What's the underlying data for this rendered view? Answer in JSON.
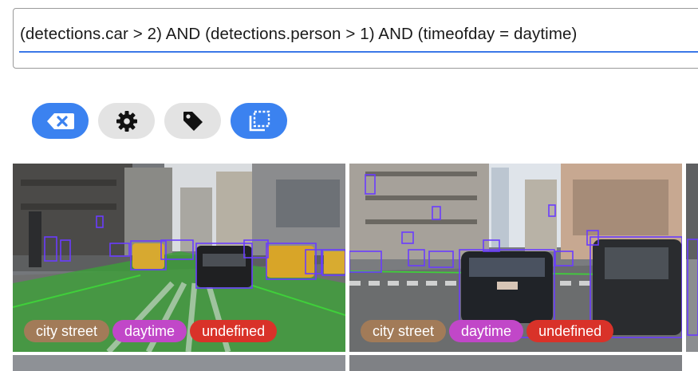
{
  "query": {
    "text": "(detections.car > 2) AND (detections.person > 1) AND (timeofday = daytime)"
  },
  "toolbar": {
    "buttons": [
      {
        "name": "clear-query-button",
        "icon": "backspace-x-icon",
        "style": "blue"
      },
      {
        "name": "settings-button",
        "icon": "gear-icon",
        "style": "grey"
      },
      {
        "name": "tags-button",
        "icon": "tag-icon",
        "style": "grey"
      },
      {
        "name": "selection-button",
        "icon": "select-frame-icon",
        "style": "blue"
      }
    ]
  },
  "results": [
    {
      "tags": [
        {
          "label": "city street",
          "color": "#a27b58"
        },
        {
          "label": "daytime",
          "color": "#c147c8"
        },
        {
          "label": "undefined",
          "color": "#d93229"
        }
      ]
    },
    {
      "tags": [
        {
          "label": "city street",
          "color": "#a27b58"
        },
        {
          "label": "daytime",
          "color": "#c147c8"
        },
        {
          "label": "undefined",
          "color": "#d93229"
        }
      ]
    }
  ],
  "colors": {
    "accent": "#3b82f0",
    "detection_box": "#6a3cff",
    "lane_overlay": "#3fd03a"
  }
}
